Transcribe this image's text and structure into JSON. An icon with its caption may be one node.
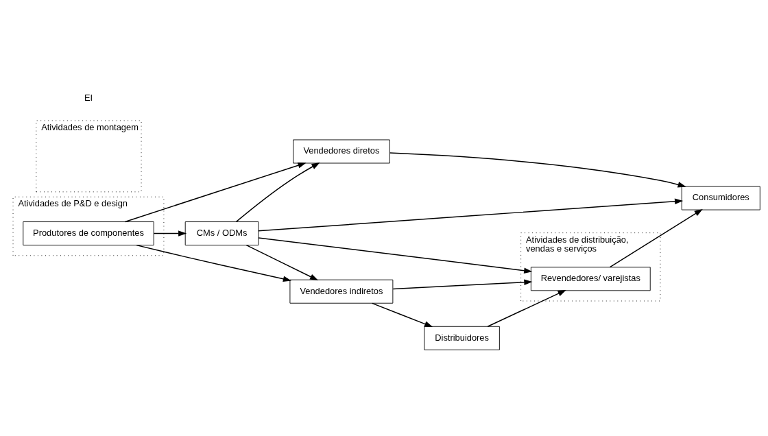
{
  "diagram": {
    "nodes": [
      {
        "text": [
          "Atividades de P&D e design"
        ]
      },
      {
        "text": [
          "Produtores de componentes"
        ],
        "in": 0
      },
      {
        "text": [
          "Atividades de montagem"
        ]
      },
      {
        "text": [
          "Atividades de distribuição, vendas e serviços"
        ]
      },
      {
        "text": [
          "Vendedores diretos"
        ]
      },
      {
        "text": [
          "CMs / ODMs"
        ]
      },
      {
        "text": [
          "Revendedores/ varejistas"
        ],
        "in": 3
      },
      {
        "text": [
          "Vendedores indiretos"
        ]
      },
      {
        "text": [
          "Distribuidores"
        ]
      },
      {
        "text": [
          "Consumidores"
        ]
      }
    ],
    "edges": [
      {
        "from": 1,
        "to": 4,
        "arrow": "to"
      },
      {
        "from": 1,
        "to": 5,
        "arrow": "to"
      },
      {
        "from": 1,
        "to": 7,
        "arrow": "to"
      },
      {
        "from": 5,
        "to": 4,
        "arrow": "to"
      },
      {
        "from": 5,
        "to": 9,
        "arrow": "to"
      },
      {
        "from": 5,
        "to": 6,
        "arrow": "to"
      },
      {
        "from": 5,
        "to": 7,
        "arrow": "to"
      },
      {
        "from": 4,
        "to": 9,
        "arrow": "to"
      },
      {
        "from": 7,
        "to": 6,
        "arrow": "to"
      },
      {
        "from": 7,
        "to": 8,
        "arrow": "to"
      },
      {
        "from": 8,
        "to": 6,
        "arrow": "to"
      },
      {
        "from": 6,
        "to": 9,
        "arrow": "to"
      }
    ],
    "labels": [
      "EI"
    ]
  }
}
